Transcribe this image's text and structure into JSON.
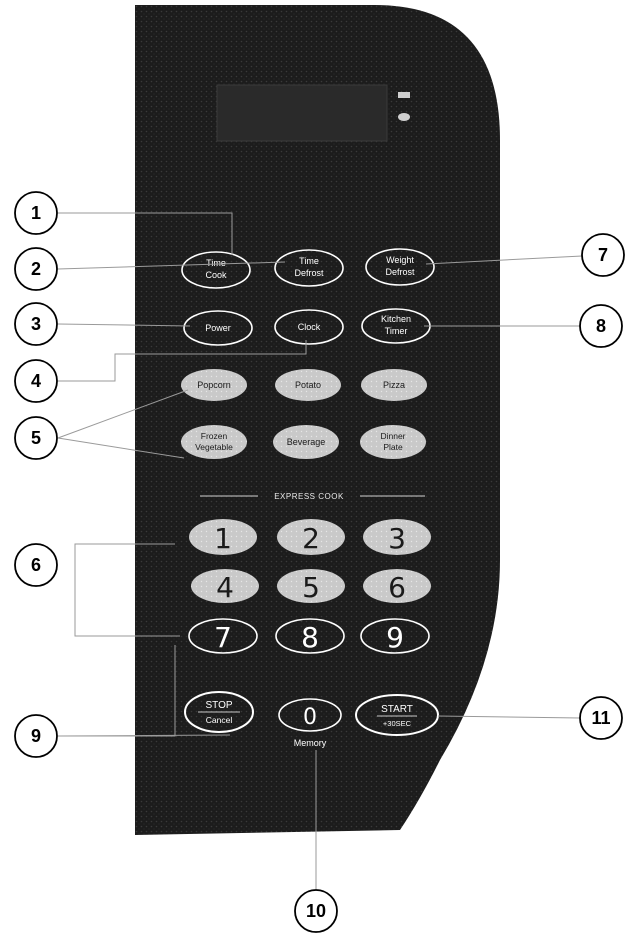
{
  "buttons": {
    "time_cook": [
      "Time",
      "Cook"
    ],
    "time_defrost": [
      "Time",
      "Defrost"
    ],
    "weight_defrost": [
      "Weight",
      "Defrost"
    ],
    "power": "Power",
    "clock": "Clock",
    "kitchen_timer": [
      "Kitchen",
      "Timer"
    ],
    "popcorn": "Popcorn",
    "potato": "Potato",
    "pizza": "Pizza",
    "frozen_vegetable": [
      "Frozen",
      "Vegetable"
    ],
    "beverage": "Beverage",
    "dinner_plate": [
      "Dinner",
      "Plate"
    ],
    "stop_cancel": [
      "STOP",
      "Cancel"
    ],
    "start_pause": [
      "START",
      "+30SEC"
    ],
    "memory_label": "Memory"
  },
  "express_cook_label": "EXPRESS COOK",
  "number_keys": [
    "1",
    "2",
    "3",
    "4",
    "5",
    "6",
    "7",
    "8",
    "9",
    "0"
  ],
  "callouts": [
    "1",
    "2",
    "3",
    "4",
    "5",
    "6",
    "7",
    "8",
    "9",
    "10",
    "11"
  ],
  "colors": {
    "panel": "#1c1c1c",
    "light_button": "#c8c8c8",
    "callout_stroke": "#000000"
  }
}
